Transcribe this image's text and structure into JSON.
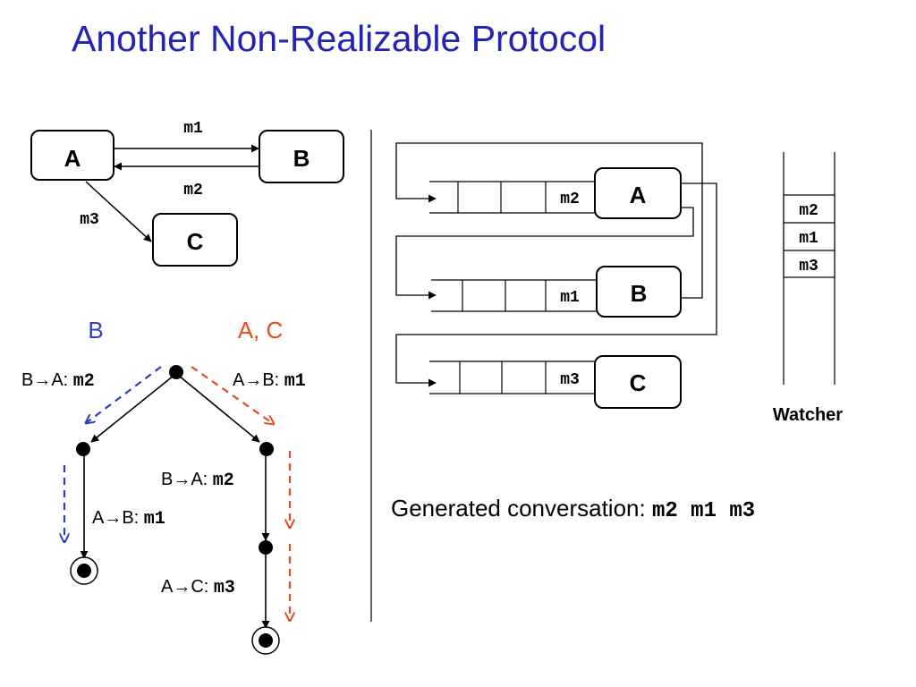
{
  "title": "Another Non-Realizable Protocol",
  "colors": {
    "title": "#2323b5",
    "blue_path": "#2e3fb8",
    "red_path": "#e84a1c"
  },
  "protocol": {
    "peers": {
      "a": "A",
      "b": "B",
      "c": "C"
    },
    "messages": {
      "ab": "m1",
      "ba": "m2",
      "ac": "m3"
    }
  },
  "tree": {
    "left_label": "B",
    "right_label": "A, C",
    "edges": {
      "e1": {
        "dir": "B→A: ",
        "msg": "m2"
      },
      "e2": {
        "dir": "A→B: ",
        "msg": "m1"
      },
      "e3": {
        "dir": "A→B: ",
        "msg": "m1"
      },
      "e4": {
        "dir": "B→A: ",
        "msg": "m2"
      },
      "e5": {
        "dir": "A→C: ",
        "msg": "m3"
      }
    }
  },
  "queues": {
    "a": {
      "peer": "A",
      "head": "m2"
    },
    "b": {
      "peer": "B",
      "head": "m1"
    },
    "c": {
      "peer": "C",
      "head": "m3"
    }
  },
  "watcher": {
    "label": "Watcher",
    "items": [
      "m2",
      "m1",
      "m3"
    ]
  },
  "conversation": {
    "label": "Generated conversation: ",
    "value": "m2 m1 m3"
  }
}
